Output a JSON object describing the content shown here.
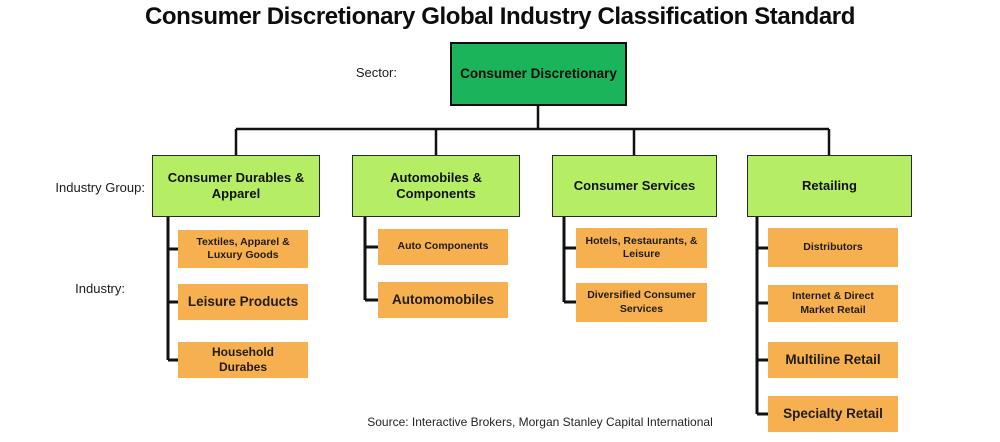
{
  "title": "Consumer Discretionary Global Industry Classification Standard",
  "labels": {
    "sector": "Sector:",
    "industry_group": "Industry Group:",
    "industry": "Industry:"
  },
  "sector": {
    "name": "Consumer Discretionary"
  },
  "groups": [
    {
      "name": "Consumer Durables & Apparel",
      "industries": [
        "Textiles, Apparel & Luxury Goods",
        "Leisure Products",
        "Household Durabes"
      ]
    },
    {
      "name": "Automobiles & Components",
      "industries": [
        "Auto Components",
        "Automomobiles"
      ]
    },
    {
      "name": "Consumer Services",
      "industries": [
        "Hotels, Restaurants, & Leisure",
        "Diversified Consumer Services"
      ]
    },
    {
      "name": "Retailing",
      "industries": [
        "Distributors",
        "Internet & Direct Market Retail",
        "Multiline Retail",
        "Specialty Retail"
      ]
    }
  ],
  "source": "Source: Interactive Brokers, Morgan Stanley Capital International",
  "colors": {
    "sector_fill": "#1cb45b",
    "group_fill": "#b5ee64",
    "industry_fill": "#f7b04f",
    "line": "#111111"
  }
}
